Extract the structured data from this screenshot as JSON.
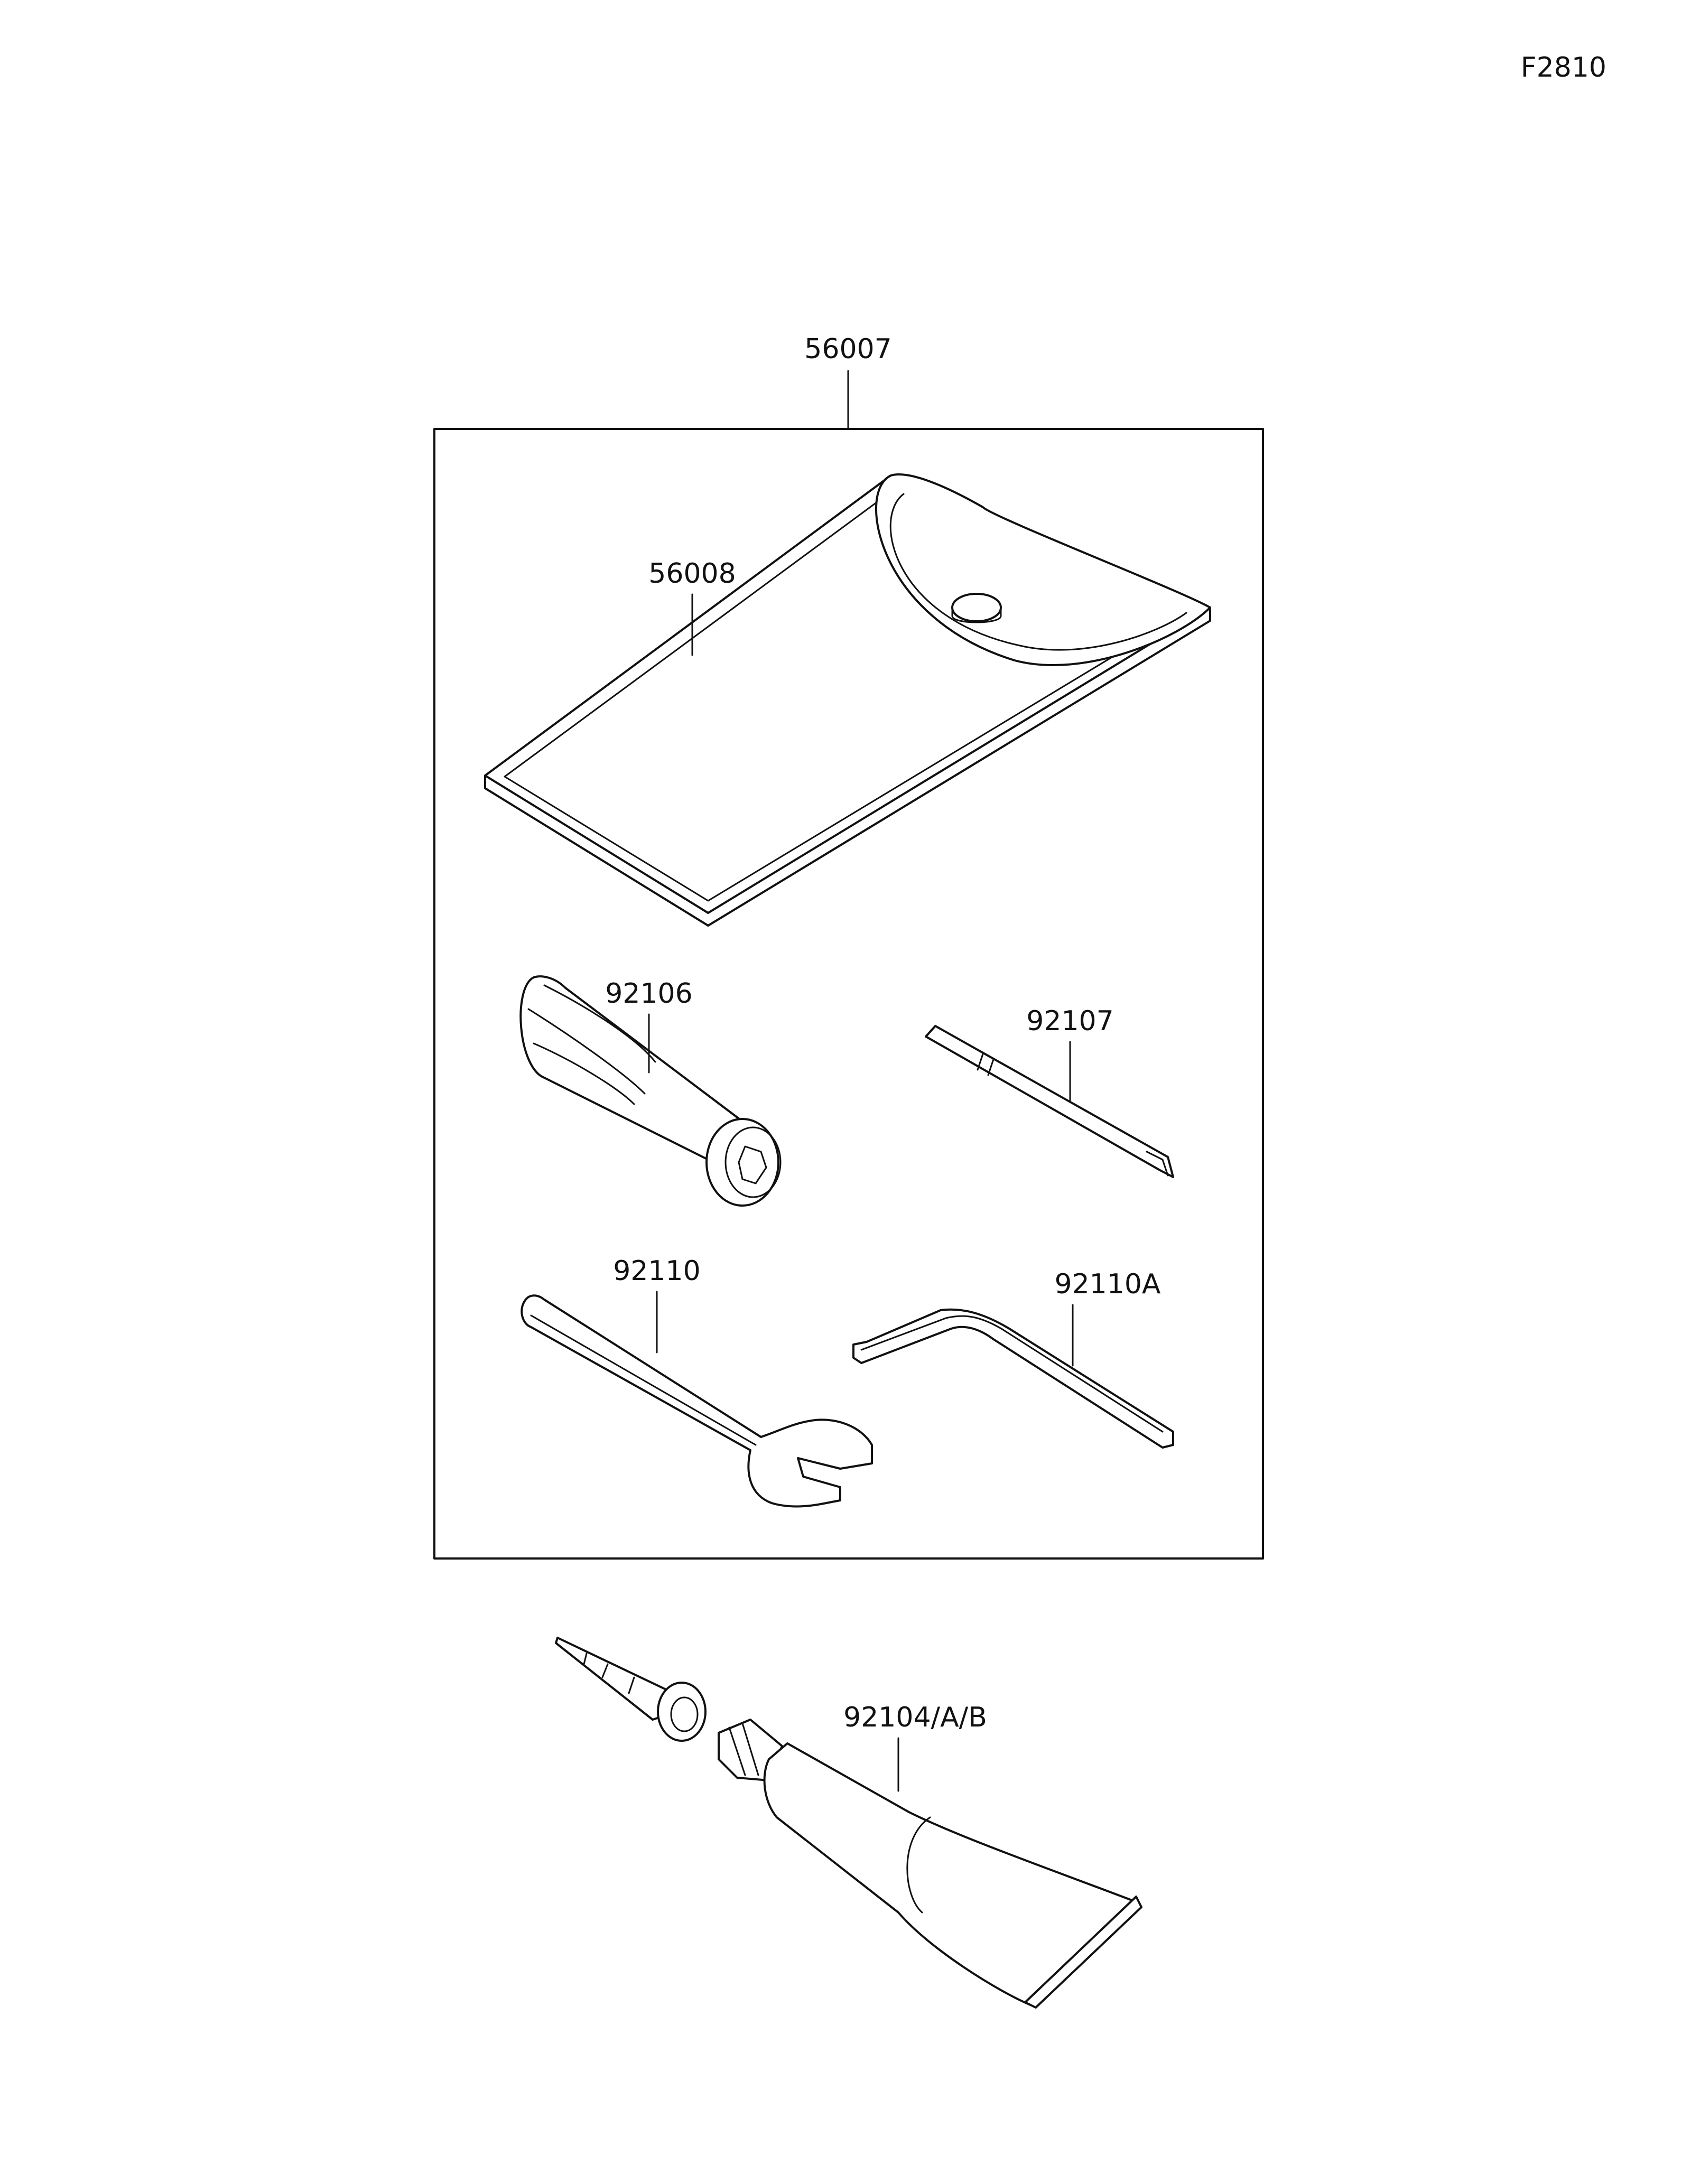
{
  "figure_code": "F2810",
  "callouts": {
    "kit": "56007",
    "tool_bag": "56008",
    "handle": "92106",
    "screwdriver": "92107",
    "wrench": "92110",
    "hex_key": "92110A",
    "grease_tube": "92104/A/B"
  },
  "colors": {
    "line": "#111111",
    "background": "#ffffff"
  }
}
